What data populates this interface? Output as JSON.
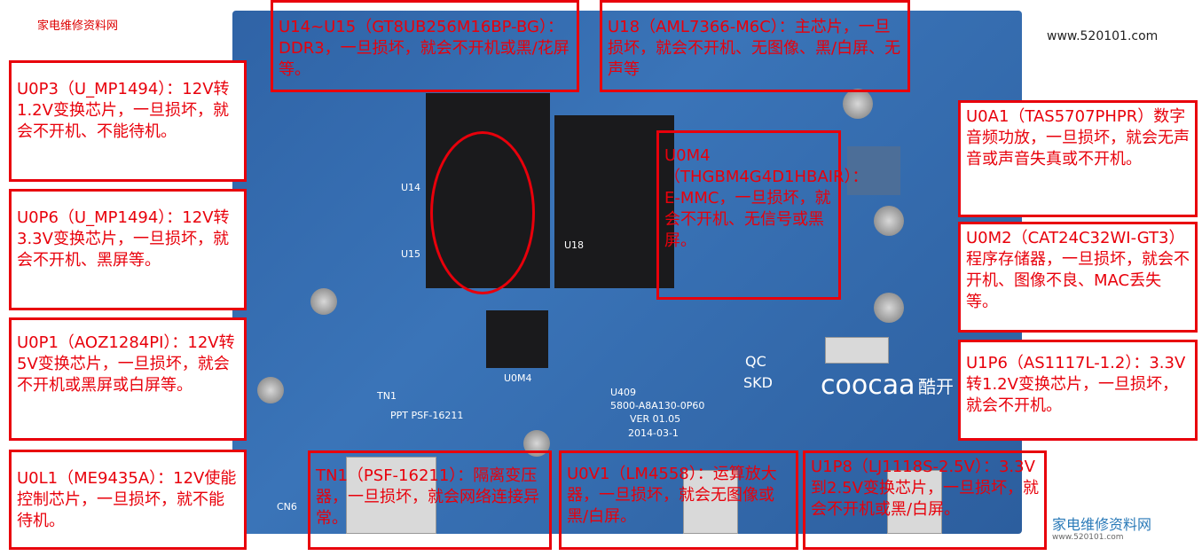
{
  "watermark_top_left": "家电维修资料网",
  "site_url": "www.520101.com",
  "bottom_logo": {
    "name": "家电维修资料网",
    "url": "www.520101.com"
  },
  "board_labels": {
    "u14": "U14",
    "u15": "U15",
    "u18": "U18",
    "u0m4": "U0M4",
    "tn1": "TN1",
    "u409": "U409",
    "part_no": "5800-A8A130-0P60",
    "ver": "VER 01.05",
    "date": "2014-03-1",
    "qc": "QC",
    "skd": "SKD",
    "brand": "coocaa",
    "brand_cn": "酷开",
    "cn6": "CN6",
    "ppt": "PPT PSF-16211"
  },
  "annotations": [
    {
      "id": "u14-u15",
      "text": "U14~U15（GT8UB256M16BP-BG）：DDR3，一旦损坏，就会不开机或黑/花屏等。"
    },
    {
      "id": "u18",
      "text": "U18（AML7366-M6C）：主芯片，一旦损坏，就会不开机、无图像、黑/白屏、无声等"
    },
    {
      "id": "u0p3",
      "text": "U0P3（U_MP1494）：12V转1.2V变换芯片，一旦损坏，就会不开机、不能待机。"
    },
    {
      "id": "u0p6",
      "text": "U0P6（U_MP1494）：12V转3.3V变换芯片，一旦损坏，就会不开机、黑屏等。"
    },
    {
      "id": "u0p1",
      "text": "U0P1（AOZ1284PI）：12V转5V变换芯片，一旦损坏，就会不开机或黑屏或白屏等。"
    },
    {
      "id": "u0l1",
      "text": "U0L1（ME9435A）：12V使能控制芯片，一旦损坏，就不能待机。"
    },
    {
      "id": "u0a1",
      "text": "U0A1（TAS5707PHPR）数字音频功放，一旦损坏，就会无声音或声音失真或不开机。"
    },
    {
      "id": "u0m2",
      "text": "U0M2（CAT24C32WI-GT3）程序存储器，一旦损坏，就会不开机、图像不良、MAC丢失等。"
    },
    {
      "id": "u1p6",
      "text": "U1P6（AS1117L-1.2）：3.3V转1.2V变换芯片，一旦损坏，就会不开机。"
    },
    {
      "id": "u0m4",
      "text": "U0M4（THGBM4G4D1HBAIR）：E-MMC，一旦损坏，就会不开机、无信号或黑屏。"
    },
    {
      "id": "tn1",
      "text": "TN1（PSF-16211）：隔离变压器，一旦损坏，就会网络连接异常。"
    },
    {
      "id": "u0v1",
      "text": "U0V1（LM4558）：运算放大器，一旦损坏，就会无图像或黑/白屏。"
    },
    {
      "id": "u1p8",
      "text": "U1P8（LJ1118S-2.5V）：3.3V到2.5V变换芯片，一旦损坏，就会不开机或黑/白屏。"
    }
  ]
}
